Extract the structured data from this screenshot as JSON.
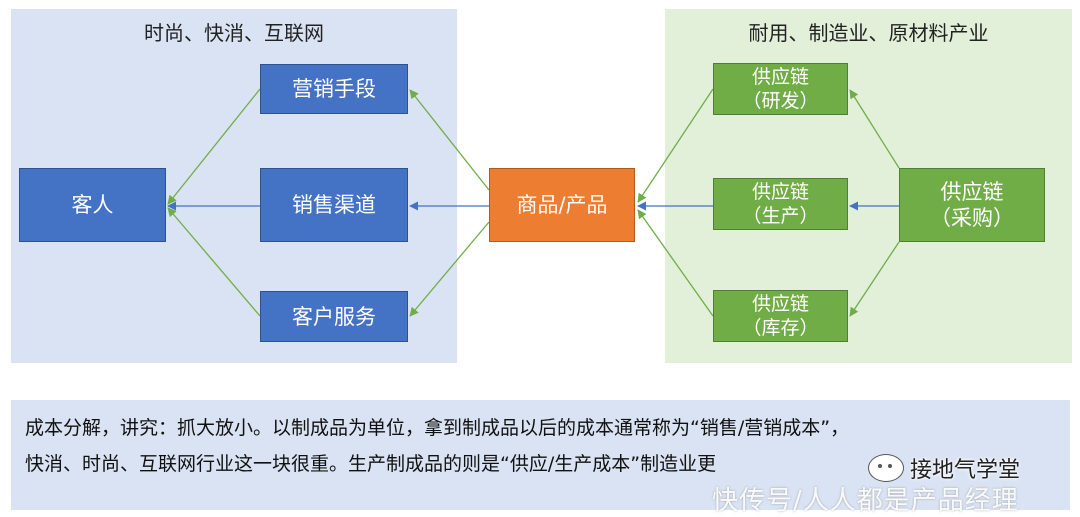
{
  "left_panel": {
    "title": "时尚、快消、互联网"
  },
  "right_panel": {
    "title": "耐用、制造业、原材料产业"
  },
  "nodes": {
    "customer": "客人",
    "marketing": "营销手段",
    "sales_channel": "销售渠道",
    "customer_service": "客户服务",
    "product": "商品/产品",
    "sc_rd_line1": "供应链",
    "sc_rd_line2": "（研发）",
    "sc_prod_line1": "供应链",
    "sc_prod_line2": "（生产）",
    "sc_inv_line1": "供应链",
    "sc_inv_line2": "（库存）",
    "sc_proc_line1": "供应链",
    "sc_proc_line2": "（采购）"
  },
  "colors": {
    "blue": "#4472c4",
    "orange": "#ed7d31",
    "green": "#70ad47",
    "blue_panel": "#dae3f3",
    "green_panel": "#e2f0d9"
  },
  "note": {
    "line1": "成本分解，讲究：抓大放小。以制成品为单位，拿到制成品以后的成本通常称为“销售/营销成本”，",
    "line2": "快消、时尚、互联网行业这一块很重。生产制成品的则是“供应/生产成本”制造业更"
  },
  "watermark": {
    "account": "接地气学堂",
    "source": "快传号/人人都是产品经理"
  }
}
